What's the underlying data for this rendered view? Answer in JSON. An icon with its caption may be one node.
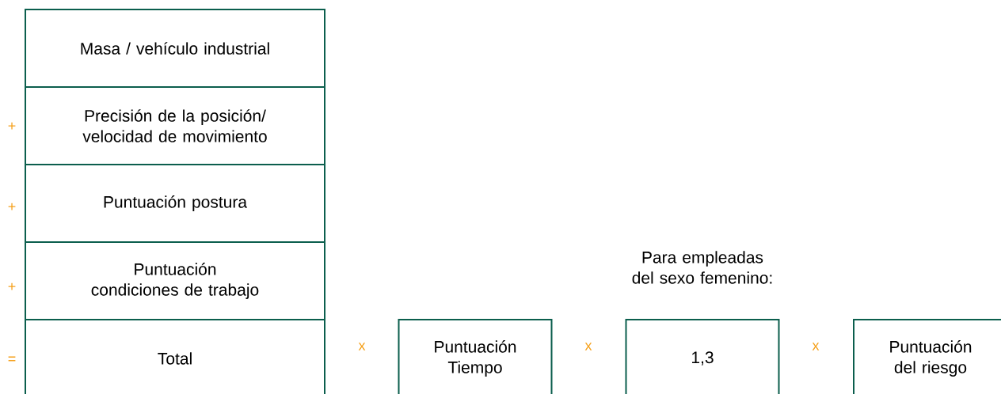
{
  "diagram": {
    "nodes": [
      {
        "text": [
          "Masa / vehículo industrial"
        ]
      },
      {
        "text": [
          "Precisión de la posición/ velocidad de movimiento"
        ]
      },
      {
        "text": [
          "Puntuación postura"
        ]
      },
      {
        "text": [
          "Puntuación condiciones de trabajo"
        ]
      },
      {
        "text": [
          "Total"
        ]
      },
      {
        "text": [
          "Puntuación Tiempo"
        ]
      },
      {
        "text": [
          "1,3"
        ],
        "beside": [
          "Para empleadas del sexo femenino:"
        ]
      },
      {
        "text": [
          "Puntuación del riesgo"
        ]
      }
    ],
    "labels": [
      "+",
      "+",
      "+",
      "=",
      "x",
      "x",
      "x"
    ]
  }
}
